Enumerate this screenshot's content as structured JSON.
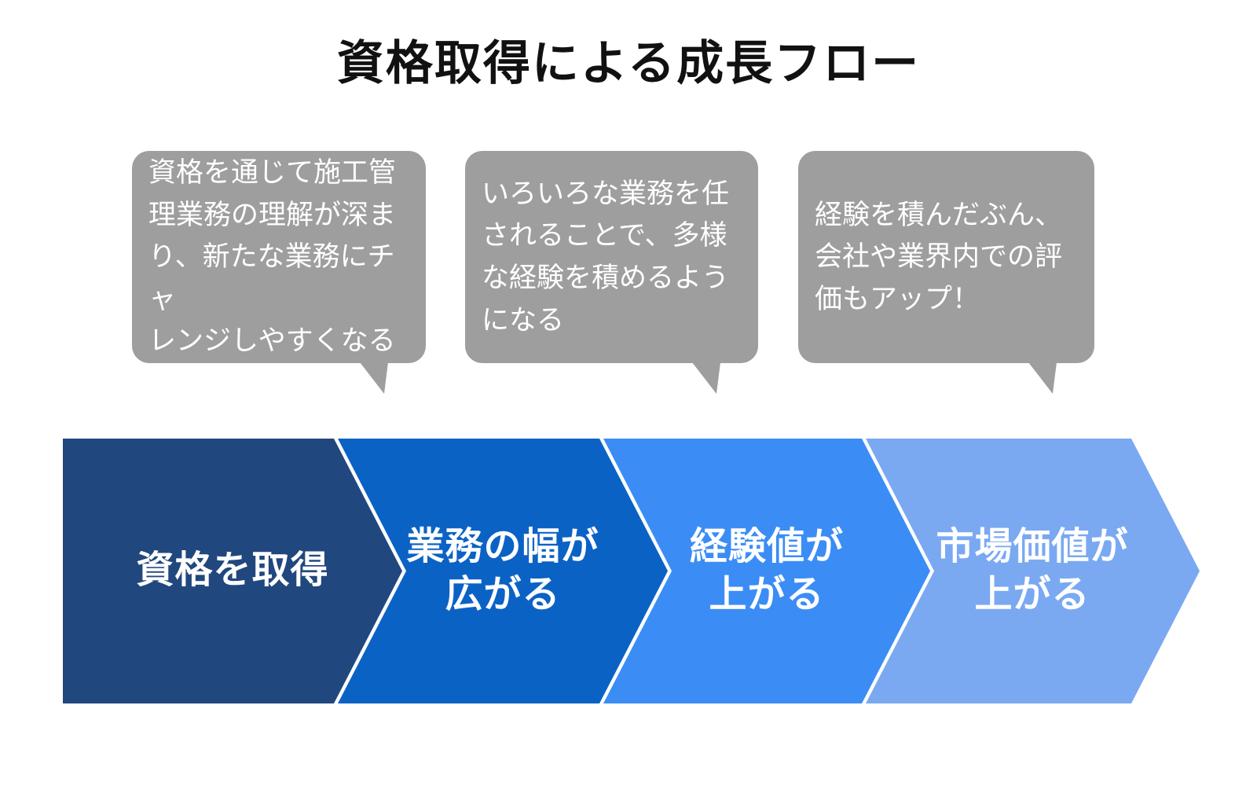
{
  "title": "資格取得による成長フロー",
  "bubbles": [
    {
      "text": "資格を通じて施工管\n理業務の理解が深ま\nり、新たな業務にチャ\nレンジしやすくなる"
    },
    {
      "text": "いろいろな業務を任\nされることで、多様\nな経験を積めるよう\nになる"
    },
    {
      "text": "経験を積んだぶん、\n会社や業界内での評\n価もアップ！"
    }
  ],
  "steps": [
    {
      "label": "資格を取得",
      "color": "#21477F"
    },
    {
      "label": "業務の幅が\n広がる",
      "color": "#0B62C5"
    },
    {
      "label": "経験値が\n上がる",
      "color": "#3B8DF5"
    },
    {
      "label": "市場価値が\n上がる",
      "color": "#7AA9F2"
    }
  ],
  "bubble_color": "#9E9E9E",
  "text_color": "#FFFFFF",
  "title_color": "#111111"
}
